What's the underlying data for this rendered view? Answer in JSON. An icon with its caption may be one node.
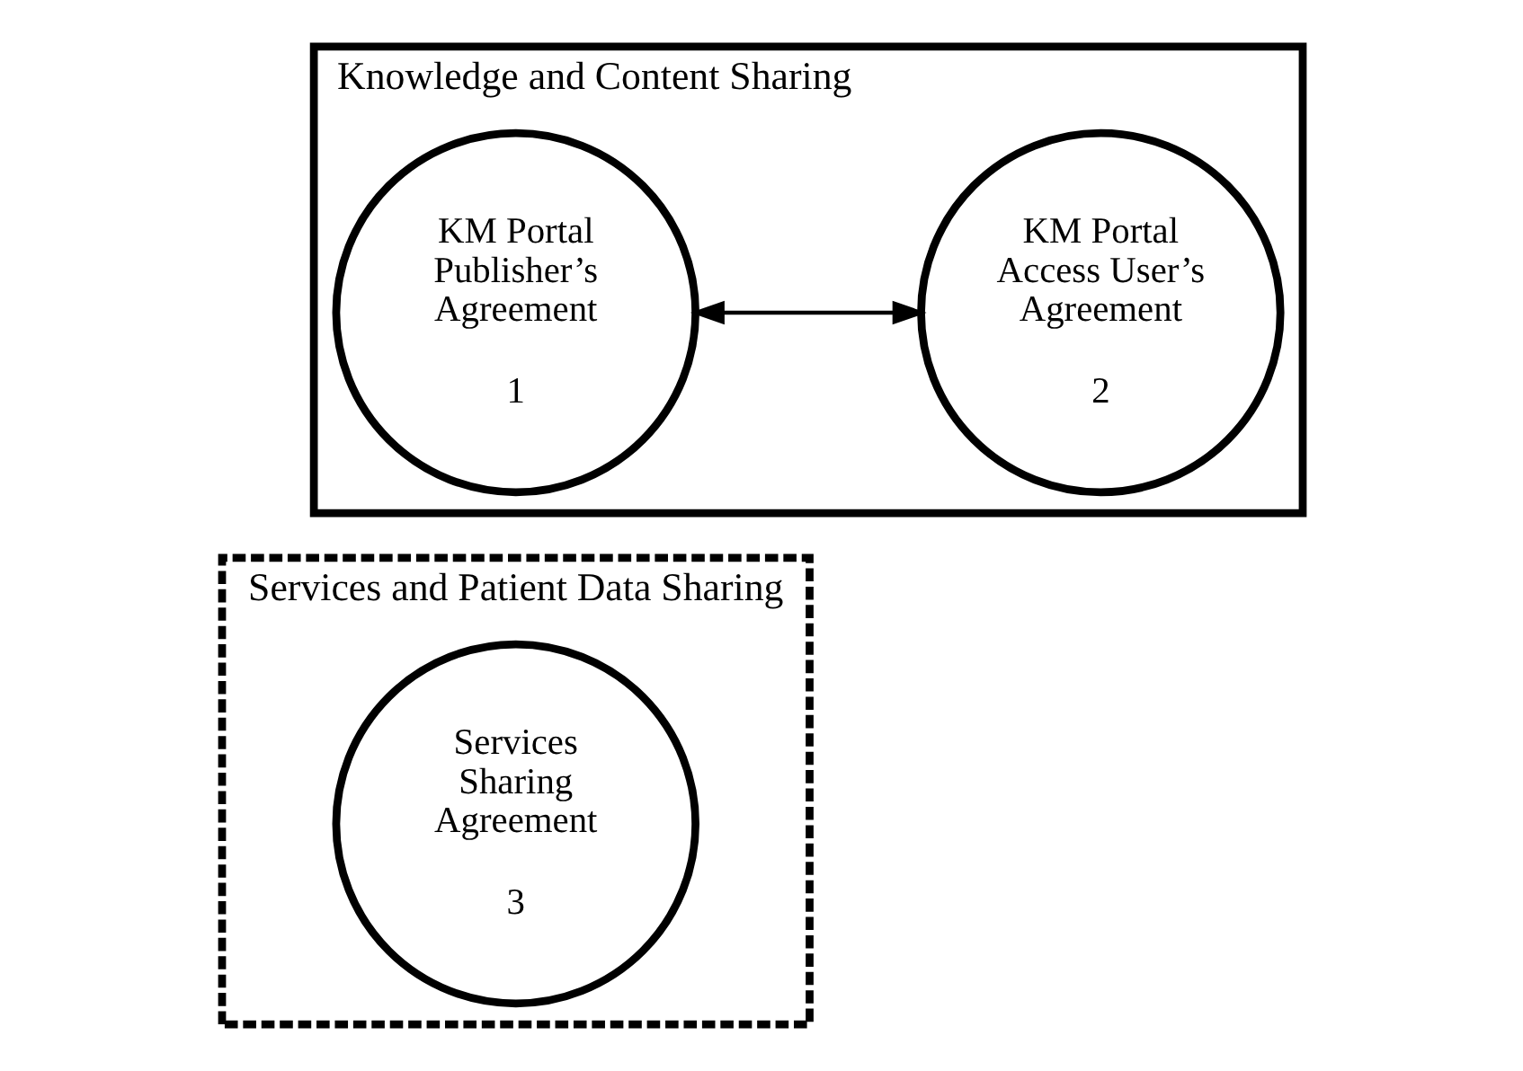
{
  "diagram": {
    "nodes": [
      {
        "text": [
          "Knowledge and Content Sharing"
        ]
      },
      {
        "text": [
          "KM Portal Publisher’s Agreement",
          "1"
        ],
        "in": 0
      },
      {
        "text": [
          "KM Portal Access User’s Agreement",
          "2"
        ],
        "in": 0
      },
      {
        "text": [
          "Services and Patient Data Sharing"
        ]
      },
      {
        "text": [
          "Services Sharing Agreement",
          "3"
        ],
        "in": 3
      }
    ],
    "edges": [
      {
        "from": 1,
        "to": 2,
        "arrow": "both"
      }
    ]
  }
}
